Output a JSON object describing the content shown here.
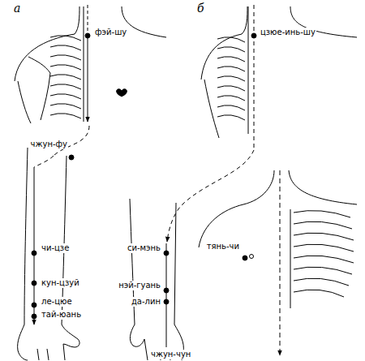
{
  "diagram": {
    "labels": [
      "а",
      "б",
      "фэй-шу",
      "чжун-фу",
      "чи-цзе",
      "кун-цзуй",
      "ле-цюе",
      "тай-юань",
      "си-мэнь",
      "нэй-гуань",
      "да-лин",
      "чжун-чун",
      "цзюе-инь-шу",
      "тянь-чи"
    ]
  }
}
